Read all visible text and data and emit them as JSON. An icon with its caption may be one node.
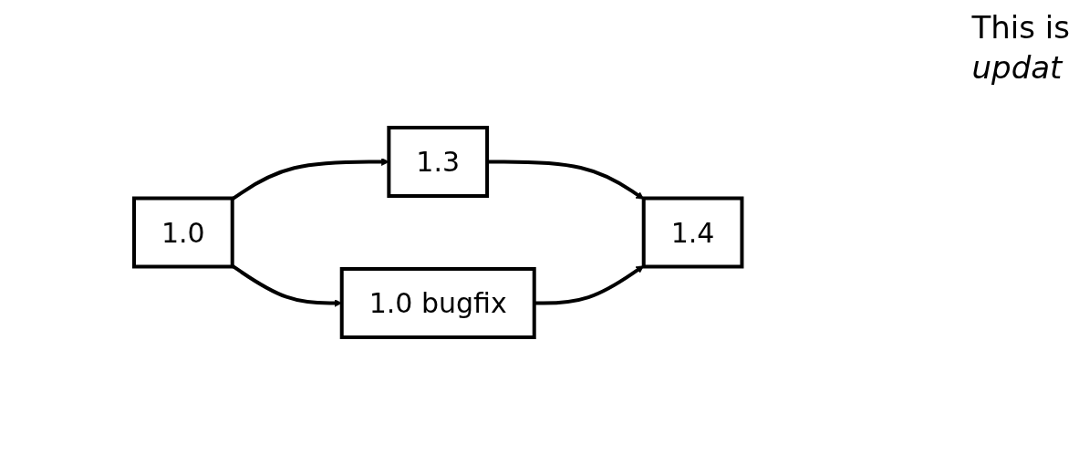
{
  "diagram": {
    "nodes": [
      {
        "text": [
          "1.0"
        ]
      },
      {
        "text": [
          "1.3"
        ]
      },
      {
        "text": [
          "1.4"
        ]
      },
      {
        "text": [
          "1.0 bugfix"
        ]
      }
    ],
    "edges": [
      {
        "from": 0,
        "to": 1,
        "arrow": "to"
      },
      {
        "from": 1,
        "to": 2,
        "arrow": "to"
      },
      {
        "from": 0,
        "to": 3,
        "arrow": "to"
      },
      {
        "from": 3,
        "to": 2,
        "arrow": "to"
      }
    ],
    "labels": [
      "This is",
      "updat"
    ]
  }
}
